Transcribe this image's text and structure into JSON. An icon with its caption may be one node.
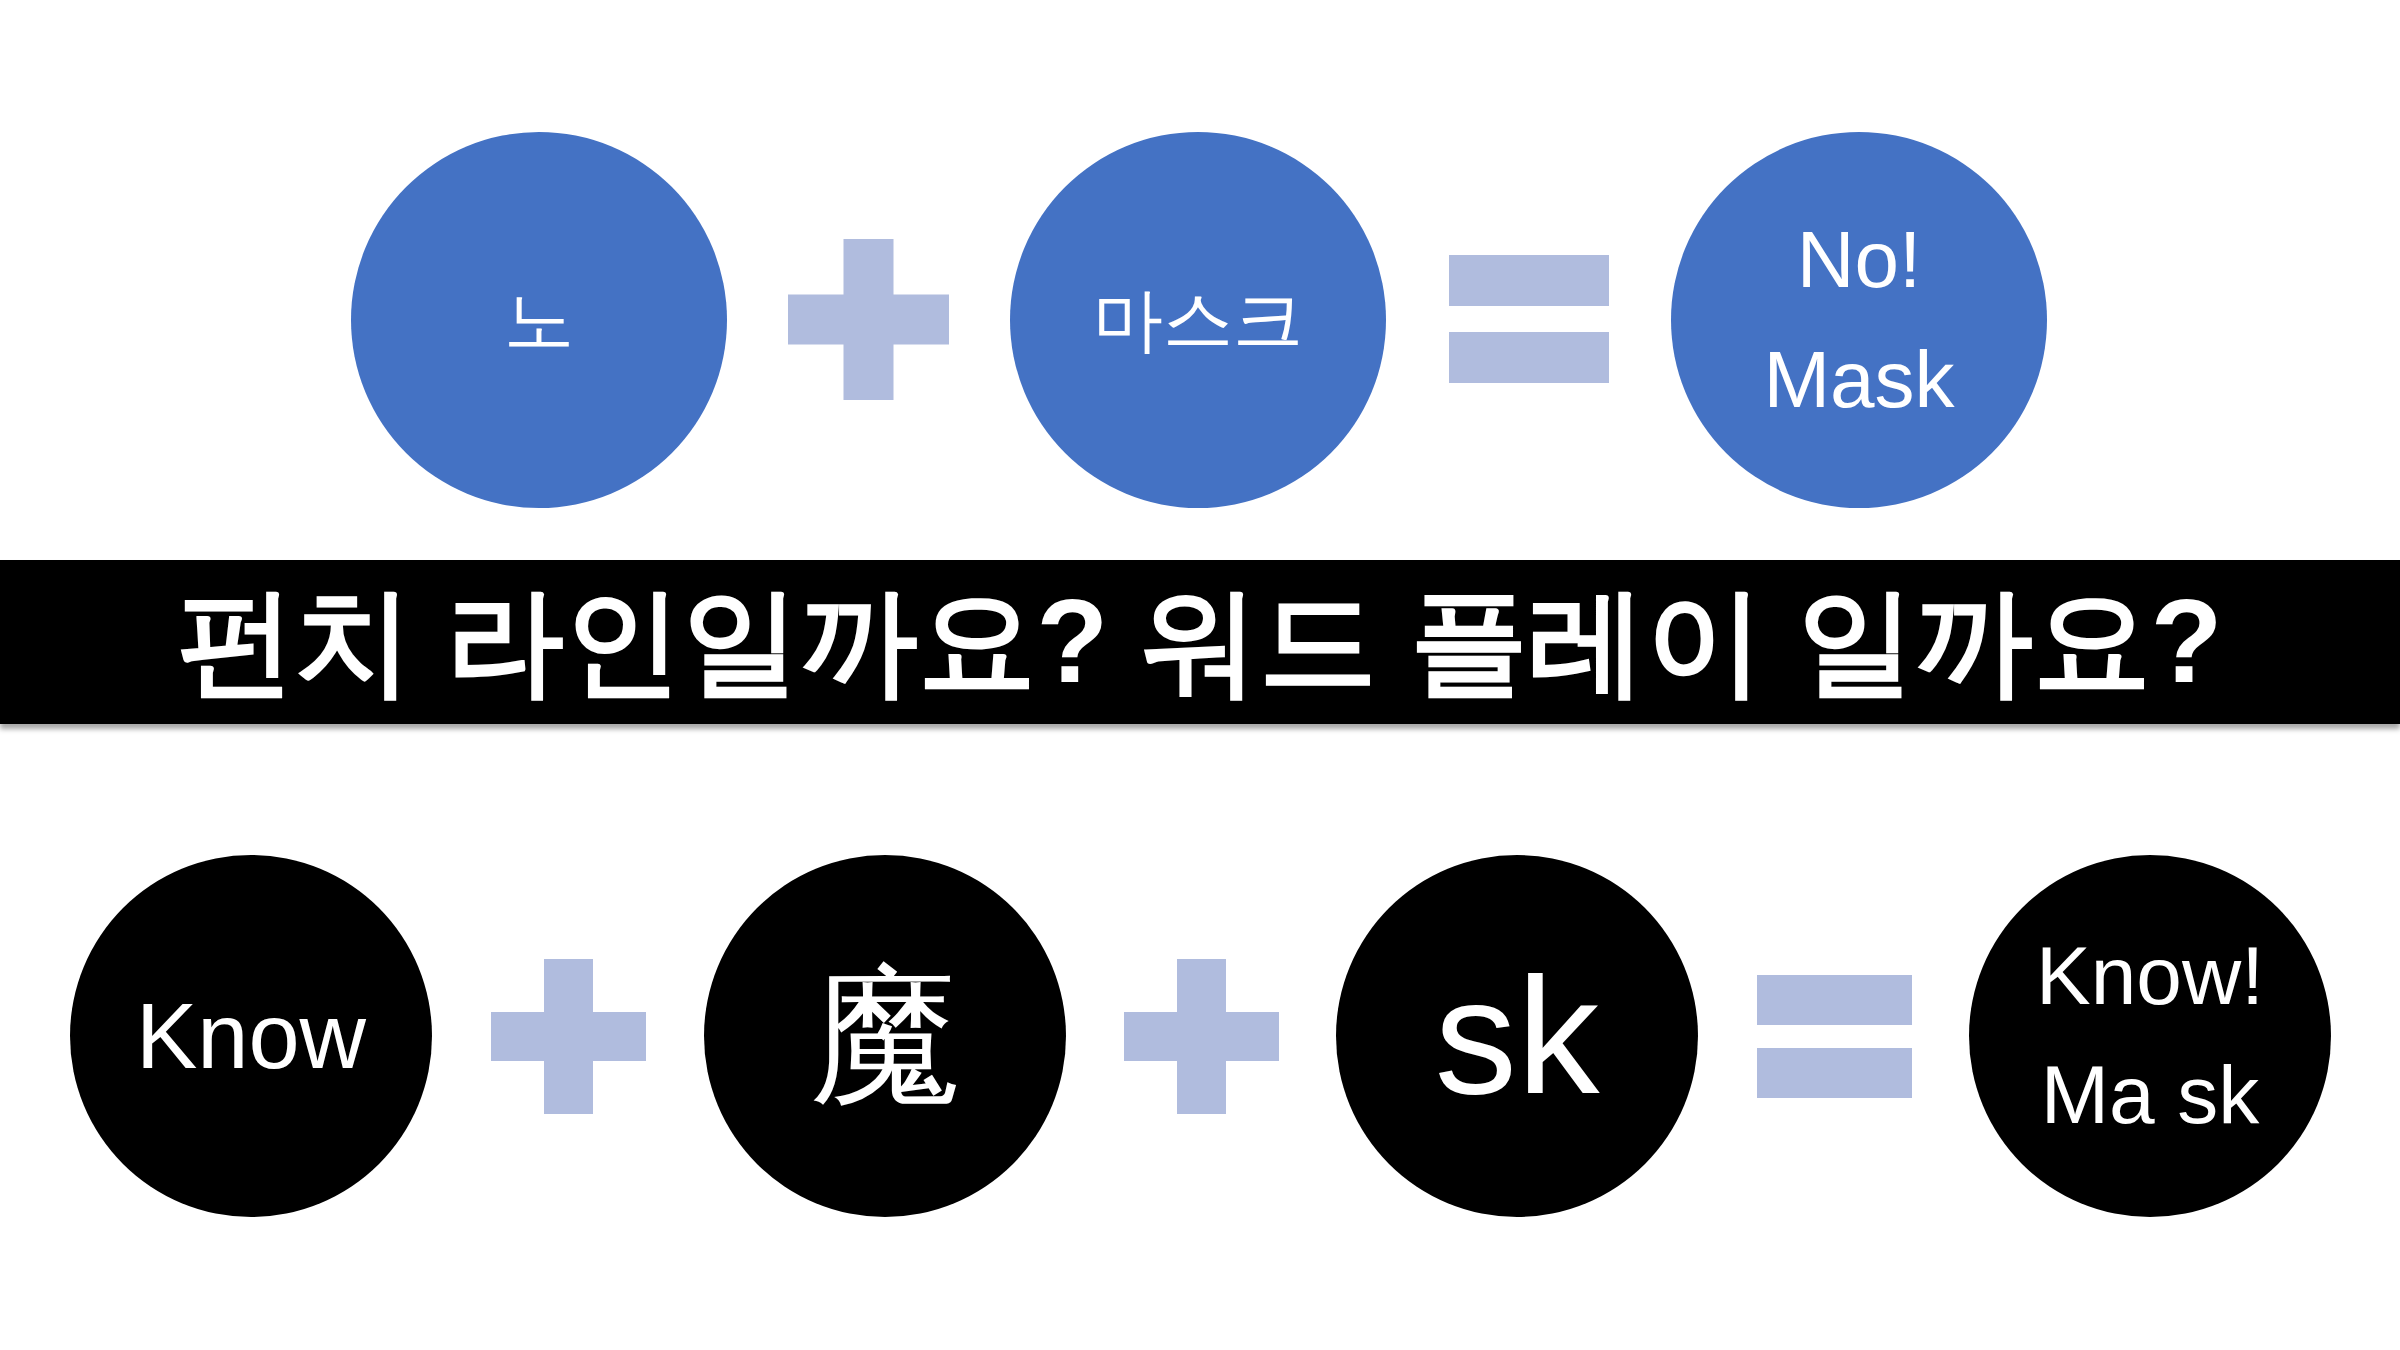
{
  "diagram": {
    "nodes": [
      {
        "text": [
          "노"
        ]
      },
      {
        "text": [],
        "shape": "plus"
      },
      {
        "text": [
          "마스크"
        ]
      },
      {
        "text": [],
        "shape": "equals"
      },
      {
        "text": [
          "No! Mask"
        ]
      },
      {
        "text": [
          "펀치 라인일까요? 워드 플레이 일까요?"
        ]
      },
      {
        "text": [
          "Know"
        ]
      },
      {
        "text": [],
        "shape": "plus"
      },
      {
        "text": [
          "魔"
        ]
      },
      {
        "text": [],
        "shape": "plus"
      },
      {
        "text": [
          "sk"
        ]
      },
      {
        "text": [],
        "shape": "equals"
      },
      {
        "text": [
          "Know! Ma sk"
        ]
      }
    ]
  }
}
